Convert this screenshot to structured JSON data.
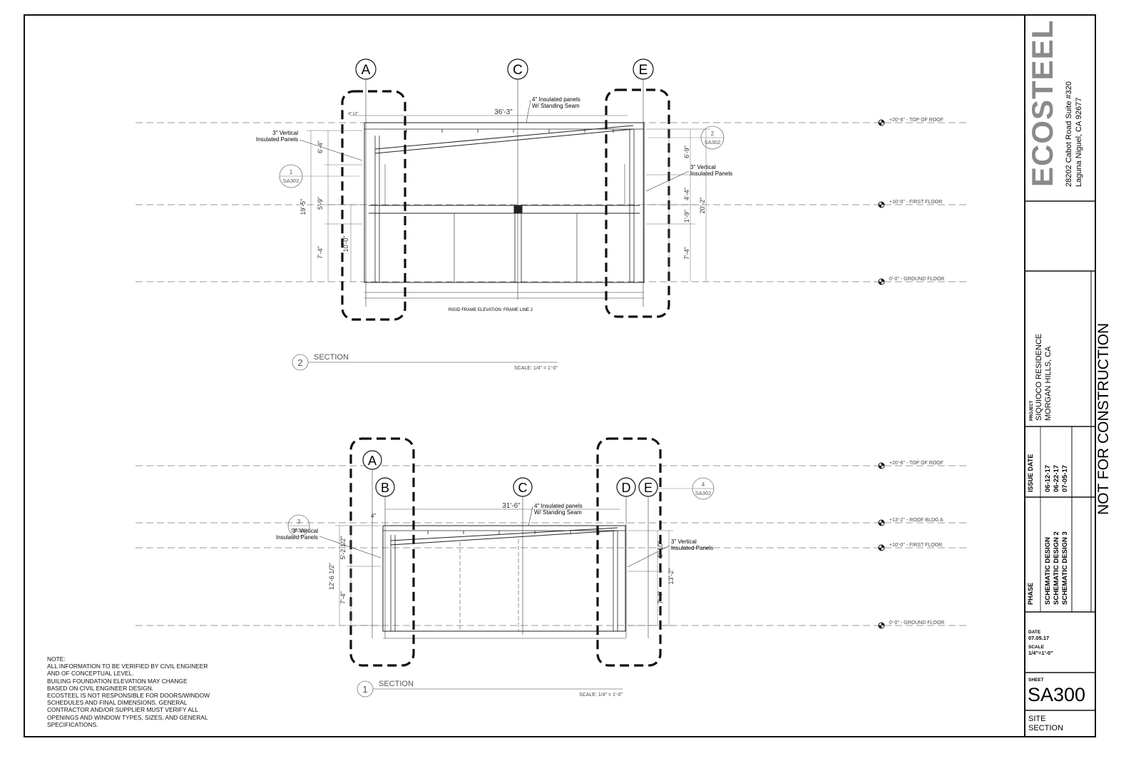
{
  "company": {
    "logo_text": "ECOSTEEL",
    "address_line1": "28202 Cabot Road Suite #320",
    "address_line2": "Laguna Niguel, CA 92677"
  },
  "project": {
    "label": "PROJECT",
    "name": "SIQUIOCO RESIDENCE",
    "location": "MORGAN HILLS, CA"
  },
  "watermark": "NOT FOR CONSTRUCTION",
  "issues": {
    "phase_header": "PHASE",
    "date_header": "ISSUE DATE",
    "rows": [
      {
        "phase": "SCHEMATIC DESIGN",
        "date": "06-12-17"
      },
      {
        "phase": "SCHEMATIC DESIGN 2",
        "date": "06-22-17"
      },
      {
        "phase": "SCHEMATIC DESIGN 3",
        "date": "07-05-17"
      }
    ]
  },
  "sheet_info": {
    "date_label": "DATE",
    "date_value": "07.05.17",
    "scale_label": "SCALE",
    "scale_value": "1/4\"=1'-0\"",
    "sheet_label": "SHEET",
    "sheet_number": "SA300",
    "title_line1": "SITE",
    "title_line2": "SECTION"
  },
  "levels": {
    "top_roof": "+20'-6\" - TOP OF ROOF",
    "first_floor": "+10'-0\" - FIRST FLOOR",
    "ground_floor": "0'-0\" - GROUND FLOOR",
    "roof_bldg_a": "+13'-2\" - ROOF BLDG A"
  },
  "section2": {
    "number": "2",
    "title": "SECTION",
    "scale": "SCALE: 1/4\" = 1'-0\"",
    "grid_labels": [
      "A",
      "C",
      "E"
    ],
    "overall_dim": "36'-3\"",
    "roof_note_line1": "4\" Insulated panels",
    "roof_note_line2": "W/ Standing Seam",
    "left_panel_note_line1": "3\" Vertical",
    "left_panel_note_line2": "Insulated Panels",
    "right_panel_note_line1": "3\" Vertical",
    "right_panel_note_line2": "Insulated Panels",
    "ref_left": {
      "num": "1",
      "sheet": "SA302"
    },
    "ref_right": {
      "num": "2",
      "sheet": "SA302"
    },
    "dims_left_outer": "19'-5\"",
    "dims_left_middle": "10'-0\"",
    "dims_left_inner": [
      "6'-4\"",
      "5'-9\"",
      "7'-4\""
    ],
    "dims_right_outer": "20'-2\"",
    "dims_right_inner": [
      "6'-9\"",
      "4'-4\"",
      "1'-9\"",
      "7'-4\""
    ],
    "slope_mark": "4\":12\"",
    "frame_caption": "RIGID FRAME ELEVATION: FRAME LINE 2"
  },
  "section1": {
    "number": "1",
    "title": "SECTION",
    "scale": "SCALE: 1/4\" = 1'-0\"",
    "grid_labels": [
      "A",
      "B",
      "C",
      "D",
      "E"
    ],
    "overall_dim": "31'-6\"",
    "roof_note_line1": "4\" Insulated panels",
    "roof_note_line2": "W/ Standing Seam",
    "left_panel_note_line1": "3\" Vertical",
    "left_panel_note_line2": "Insulated Panels",
    "right_panel_note_line1": "3\" Vertical",
    "right_panel_note_line2": "Insulated Panels",
    "ref_left": {
      "num": "3",
      "sheet": "SA302"
    },
    "ref_right": {
      "num": "4",
      "sheet": "SA302"
    },
    "dims_left": [
      "12'-6 1/2\"",
      "5'-2 1/2\"",
      "7'-4\""
    ],
    "dims_right": [
      "5'-10\"",
      "13'-2\"",
      "7'-4\""
    ],
    "dim_small": "4\""
  },
  "note": {
    "lines": [
      "NOTE:",
      "ALL INFORMATION TO BE VERIFIED BY CIVIL ENGINEER",
      "AND OF CONCEPTUAL LEVEL.",
      "BUILING FOUNDATION ELEVATION MAY CHANGE",
      "BASED ON CIVIL ENGINEER DESIGN.",
      "ECOSTEEL IS NOT RESPONSIBLE FOR DOORS/WINDOW",
      "SCHEDULES AND FINAL DIMENSIONS. GENERAL",
      "CONTRACTOR AND/OR SUPPLIER MUST VERIFY ALL",
      "OPENINGS AND WINDOW TYPES, SIZES, AND GENERAL",
      "SPECIFICATIONS."
    ]
  }
}
